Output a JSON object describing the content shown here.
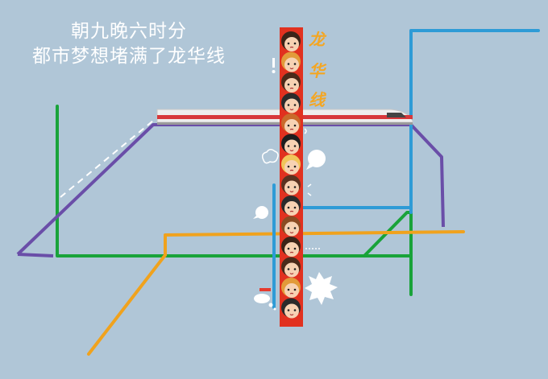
{
  "caption": {
    "line1": "朝九晚六时分",
    "line2": "都市梦想堵满了龙华线"
  },
  "vertical_label": [
    "龙",
    "华",
    "线"
  ],
  "colors": {
    "background": "#b0c6d7",
    "line_green": "#19a33a",
    "line_purple": "#6a4ea8",
    "line_orange": "#f0a21d",
    "line_blue": "#2e9bd6",
    "line_red": "#e63b2e",
    "train_body": "#eeeeee",
    "train_stripe": "#d7383b",
    "label_text": "#f4a623"
  },
  "icons": [
    "train-icon",
    "exclamation-icon",
    "speech-bubble-icon",
    "thought-bubble-icon",
    "burst-icon",
    "ellipsis-icon"
  ],
  "passenger_count": 14
}
